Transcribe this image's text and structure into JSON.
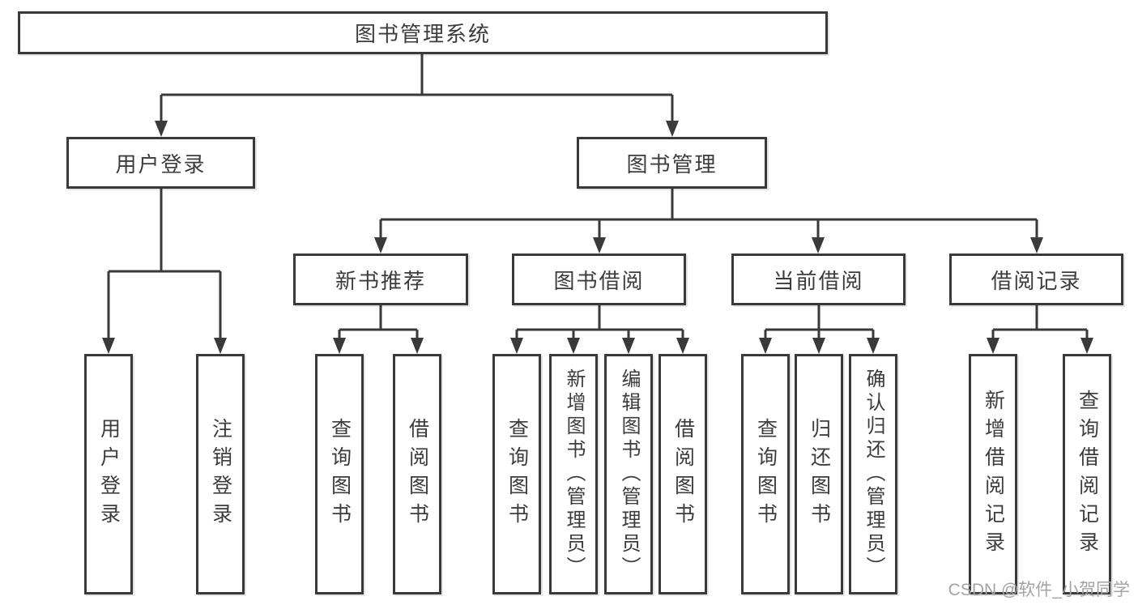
{
  "colors": {
    "line": "#3a3a3a",
    "text": "#3c3c3c",
    "bg": "#ffffff",
    "watermark": "#a3a3a3"
  },
  "watermark": "CSDN @软件_小贺同学",
  "tree": {
    "root": {
      "label": "图书管理系统"
    },
    "branches": [
      {
        "label": "用户登录",
        "leaves": [
          {
            "label": "用户登录"
          },
          {
            "label": "注销登录"
          }
        ]
      },
      {
        "label": "图书管理",
        "groups": [
          {
            "label": "新书推荐",
            "leaves": [
              {
                "label": "查询图书"
              },
              {
                "label": "借阅图书"
              }
            ]
          },
          {
            "label": "图书借阅",
            "leaves": [
              {
                "label": "查询图书"
              },
              {
                "label": "新增图书（管理员）"
              },
              {
                "label": "编辑图书（管理员）"
              },
              {
                "label": "借阅图书"
              }
            ]
          },
          {
            "label": "当前借阅",
            "leaves": [
              {
                "label": "查询图书"
              },
              {
                "label": "归还图书"
              },
              {
                "label": "确认归还（管理员）"
              }
            ]
          },
          {
            "label": "借阅记录",
            "leaves": [
              {
                "label": "新增借阅记录"
              },
              {
                "label": "查询借阅记录"
              }
            ]
          }
        ]
      }
    ]
  }
}
